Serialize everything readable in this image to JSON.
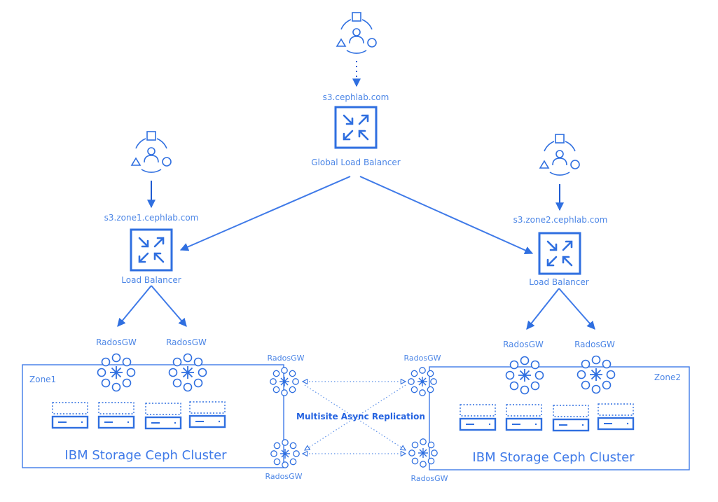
{
  "colors": {
    "primary": "#2f6fe0",
    "text": "#4c86e6",
    "dark": "#1f5bd1"
  },
  "users": {
    "global": {
      "icon": "user-group-icon"
    },
    "zone1": {
      "icon": "user-group-icon"
    },
    "zone2": {
      "icon": "user-group-icon"
    }
  },
  "endpoints": {
    "global": "s3.cephlab.com",
    "zone1": "s3.zone1.cephlab.com",
    "zone2": "s3.zone2.cephlab.com"
  },
  "load_balancers": {
    "global": "Global Load Balancer",
    "zone1": "Load Balancer",
    "zone2": "Load Balancer"
  },
  "gateways": {
    "label": "RadosGW",
    "zone1": [
      "RadosGW",
      "RadosGW"
    ],
    "zone2": [
      "RadosGW",
      "RadosGW"
    ],
    "replication_left": [
      "RadosGW",
      "RadosGW"
    ],
    "replication_right": [
      "RadosGW",
      "RadosGW"
    ]
  },
  "zones": {
    "zone1": {
      "name": "Zone1",
      "cluster": "IBM Storage Ceph Cluster",
      "servers": 4
    },
    "zone2": {
      "name": "Zone2",
      "cluster": "IBM Storage Ceph Cluster",
      "servers": 4
    }
  },
  "replication": {
    "label": "Multisite Async Replication"
  }
}
